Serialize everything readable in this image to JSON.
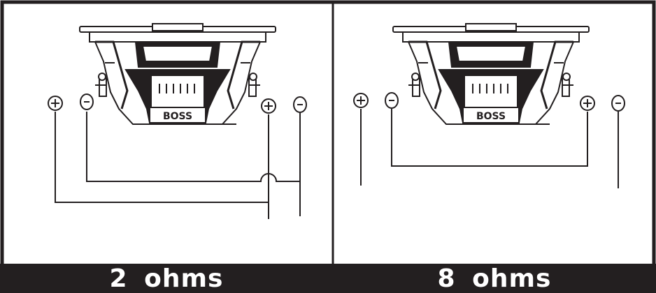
{
  "panels": [
    {
      "label": "2  ohms",
      "wiring": "dual voice coil, parallel"
    },
    {
      "label": "8  ohms",
      "wiring": "dual voice coil, series"
    }
  ],
  "terminals": {
    "positive": "+",
    "negative": "-"
  },
  "brand_logo": "BOSS",
  "colors": {
    "line": "#231f20",
    "bar": "#231f20",
    "bar_text": "#ffffff",
    "background": "#ffffff"
  }
}
